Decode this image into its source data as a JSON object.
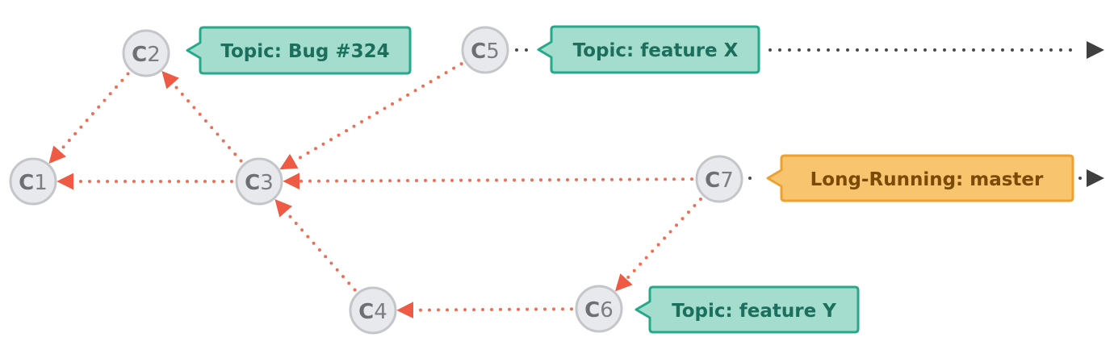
{
  "commits": [
    {
      "id": "C1",
      "prefix": "C",
      "num": "1"
    },
    {
      "id": "C2",
      "prefix": "C",
      "num": "2"
    },
    {
      "id": "C3",
      "prefix": "C",
      "num": "3"
    },
    {
      "id": "C4",
      "prefix": "C",
      "num": "4"
    },
    {
      "id": "C5",
      "prefix": "C",
      "num": "5"
    },
    {
      "id": "C6",
      "prefix": "C",
      "num": "6"
    },
    {
      "id": "C7",
      "prefix": "C",
      "num": "7"
    }
  ],
  "parent_links": [
    {
      "from": "C2",
      "to": "C1"
    },
    {
      "from": "C3",
      "to": "C1"
    },
    {
      "from": "C3",
      "to": "C2"
    },
    {
      "from": "C5",
      "to": "C3"
    },
    {
      "from": "C7",
      "to": "C3"
    },
    {
      "from": "C4",
      "to": "C3"
    },
    {
      "from": "C6",
      "to": "C4"
    },
    {
      "from": "C7",
      "to": "C6"
    }
  ],
  "branches": [
    {
      "label": "Topic: Bug #324",
      "kind": "topic",
      "commit": "C2",
      "continues": false
    },
    {
      "label": "Topic: feature X",
      "kind": "topic",
      "commit": "C5",
      "continues": true
    },
    {
      "label": "Long-Running: master",
      "kind": "long-running",
      "commit": "C7",
      "continues": true
    },
    {
      "label": "Topic: feature Y",
      "kind": "topic",
      "commit": "C6",
      "continues": false
    }
  ],
  "colors": {
    "arrow": "#ee6e55",
    "topic_fill": "#a4ddcd",
    "topic_border": "#26a98a",
    "long_running_fill": "#f8c46e",
    "long_running_border": "#eda12e",
    "commit_fill": "#e8e9ec"
  }
}
